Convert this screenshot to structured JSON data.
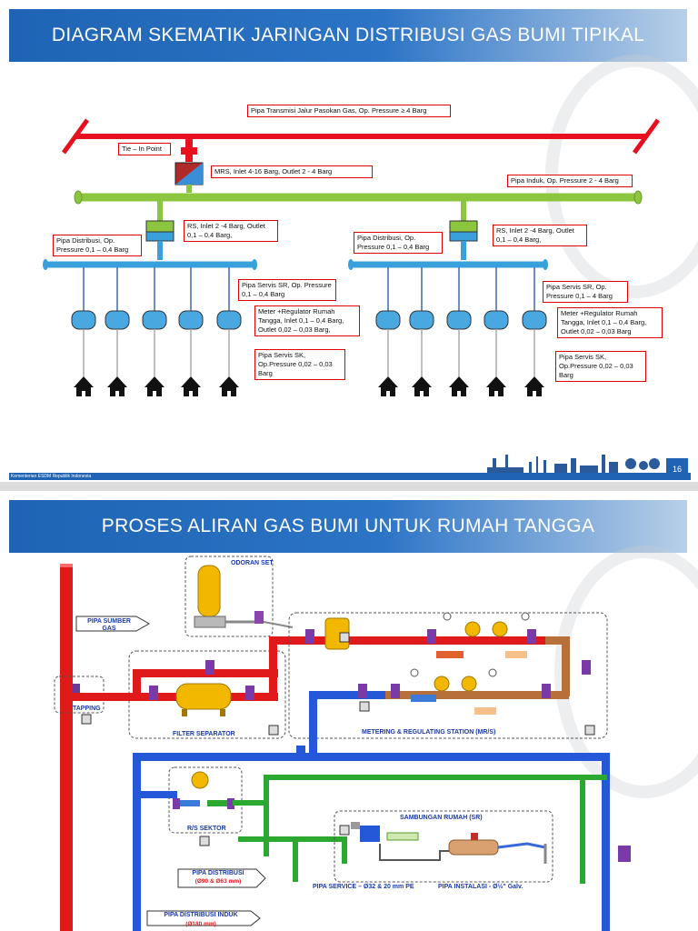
{
  "slide1": {
    "title": "DIAGRAM SKEMATIK JARINGAN DISTRIBUSI GAS BUMI TIPIKAL",
    "labels": {
      "transmisi": "Pipa Transmisi Jalur Pasokan Gas, Op. Pressure ≥ 4  Barg",
      "tie_in": "Tie  – In Point",
      "mrs": "MRS,  Inlet 4-16 Barg,  Outlet 2 - 4 Barg",
      "induk": "Pipa Induk, Op. Pressure 2 - 4 Barg",
      "rs_left": "RS,  Inlet 2 -4 Barg, Outlet 0,1 – 0,4 Barg,",
      "rs_right": "RS,  Inlet 2 -4 Barg, Outlet 0,1 – 0,4 Barg,",
      "distribusi_left": "Pipa Distribusi, Op. Pressure 0,1 – 0,4 Barg",
      "distribusi_right": "Pipa Distribusi, Op. Pressure 0,1 – 0,4 Barg",
      "servis_sr_left": "Pipa Servis SR, Op. Pressure 0,1 – 0,4 Barg",
      "servis_sr_right": "Pipa Servis SR, Op. Pressure 0,1 – 4 Barg",
      "meter_left": "Meter +Regulator Rumah Tangga,  Inlet 0,1 – 0,4 Barg, Outlet 0,02 – 0,03 Barg,",
      "meter_right": "Meter +Regulator Rumah Tangga,  Inlet 0,1 – 0,4 Barg, Outlet 0,02 – 0,03 Barg",
      "servis_sk_left": "Pipa Servis SK, Op.Pressure 0,02 – 0,03 Barg",
      "servis_sk_right": "Pipa Servis SK, Op.Pressure 0,02 – 0,03 Barg"
    },
    "footer": "Kementerian ESDM Republik Indonesia",
    "page": "16"
  },
  "slide2": {
    "title": "PROSES ALIRAN GAS BUMI UNTUK RUMAH TANGGA",
    "labels": {
      "odoran": "ODORAN SET",
      "sumber": "PIPA SUMBER GAS",
      "tapping": "TAPPING",
      "filter": "FILTER SEPARATOR",
      "mrs": "METERING & REGULATING STATION (MR/S)",
      "rs_sektor": "R/S SEKTOR",
      "sambungan": "SAMBUNGAN RUMAH (SR)",
      "distribusi": "PIPA DISTRIBUSI",
      "distribusi_size": "(Ø90 & Ø63 mm)",
      "service": "PIPA SERVICE – Ø32 & 20 mm PE",
      "instalasi": "PIPA INSTALASI - Ø½\" Galv.",
      "induk": "PIPA DISTRIBUSI INDUK",
      "induk_size": "(Ø180 mm)"
    }
  },
  "colors": {
    "title_blue": "#1f64b4",
    "transmisi_red": "#e8101e",
    "induk_green": "#8cc63f",
    "distribusi_blue": "#3aa0dc",
    "s2_red": "#e01a1a",
    "s2_blue": "#2458d8",
    "s2_green": "#2aa830",
    "s2_copper": "#b8703a"
  }
}
